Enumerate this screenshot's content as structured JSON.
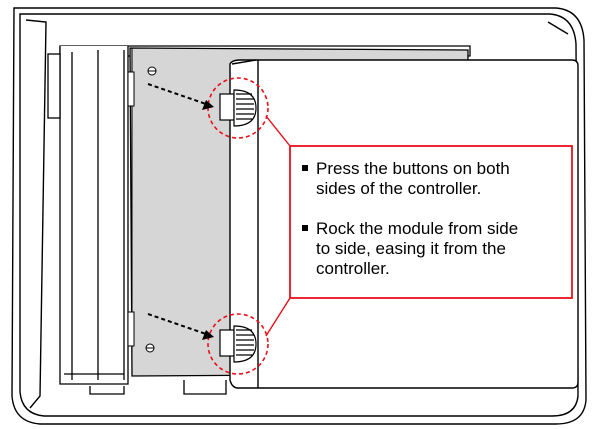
{
  "callout": {
    "bullets": [
      {
        "lines": [
          "Press the buttons on both",
          "sides of the controller."
        ]
      },
      {
        "lines": [
          "Rock the module from side",
          "to side, easing it from the",
          "controller."
        ]
      }
    ]
  },
  "colors": {
    "callout_accent": "#e8101a",
    "line": "#000000",
    "panel_fill": "#d6d6d6",
    "background": "#ffffff"
  },
  "icons": {
    "top_latch": "release-latch-icon",
    "bottom_latch": "release-latch-icon",
    "top_screw": "screw-icon",
    "bottom_screw": "screw-icon"
  }
}
